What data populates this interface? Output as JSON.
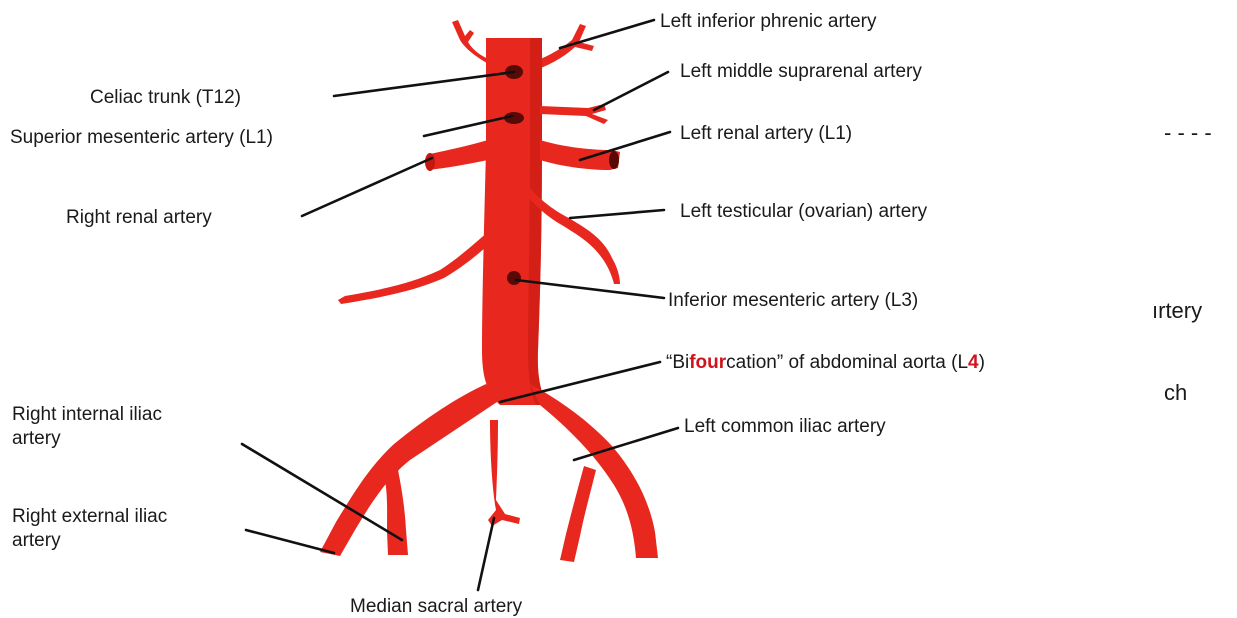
{
  "labels": {
    "left_inferior_phrenic": "Left inferior phrenic artery",
    "left_middle_suprarenal": "Left middle suprarenal artery",
    "celiac": "Celiac trunk (T12)",
    "superior_mesenteric": "Superior mesenteric artery (L1)",
    "left_renal": "Left renal artery (L1)",
    "right_renal": "Right renal artery",
    "left_testicular": "Left testicular (ovarian) artery",
    "inferior_mesenteric": "Inferior mesenteric artery (L3)",
    "bifurcation": {
      "part1": "“Bi",
      "part2": "four",
      "part3": "cation” of abdominal aorta (L",
      "part4": "4",
      "part5": ")"
    },
    "left_common_iliac": "Left common iliac artery",
    "right_internal_iliac_line1": "Right internal iliac",
    "right_internal_iliac_line2": "artery",
    "right_external_iliac_line1": "Right external iliac",
    "right_external_iliac_line2": "artery",
    "median_sacral": "Median sacral artery"
  },
  "background_fragments": {
    "dashes": "- - - -",
    "artery_fragment": "ırtery",
    "ch_fragment": "ch"
  },
  "colors": {
    "artery": "#e8281e",
    "artery_shadow": "#c21810",
    "highlight_text": "#d0141e",
    "pointer_line": "#111111"
  }
}
